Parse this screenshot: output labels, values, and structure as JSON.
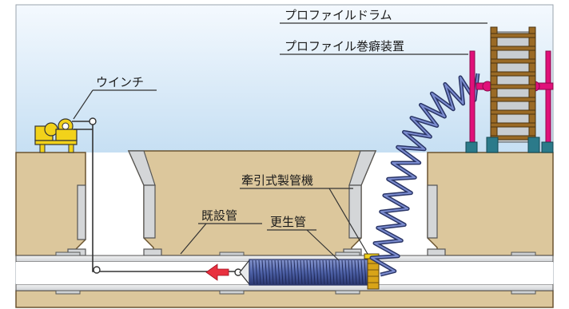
{
  "labels": {
    "drum": "プロファイルドラム",
    "winding_device": "プロファイル巻癖装置",
    "winch": "ウインチ",
    "traction_machine": "牽引式製管機",
    "existing_pipe": "既設管",
    "rehab_pipe": "更生管"
  },
  "colors": {
    "sky_top": "#eef6fd",
    "sky_bottom": "#c9e2f5",
    "soil": "#dcc79c",
    "soil_stroke": "#6b5430",
    "pipe_gray": "#d4d6d8",
    "pipe_stroke": "#555555",
    "spring_blue": "#5b6fb3",
    "spring_dark": "#2a3566",
    "magenta": "#e0107a",
    "drum_brown": "#9a6a25",
    "drum_gray": "#c8cdd1",
    "teal": "#2b7a8a",
    "winch_yellow": "#f2d21a",
    "arrow_red": "#e8303f",
    "gold": "#d8a418"
  },
  "icons": {
    "winch": "winch-icon",
    "drum": "profile-drum-icon",
    "arrow": "pull-direction-arrow-icon"
  }
}
